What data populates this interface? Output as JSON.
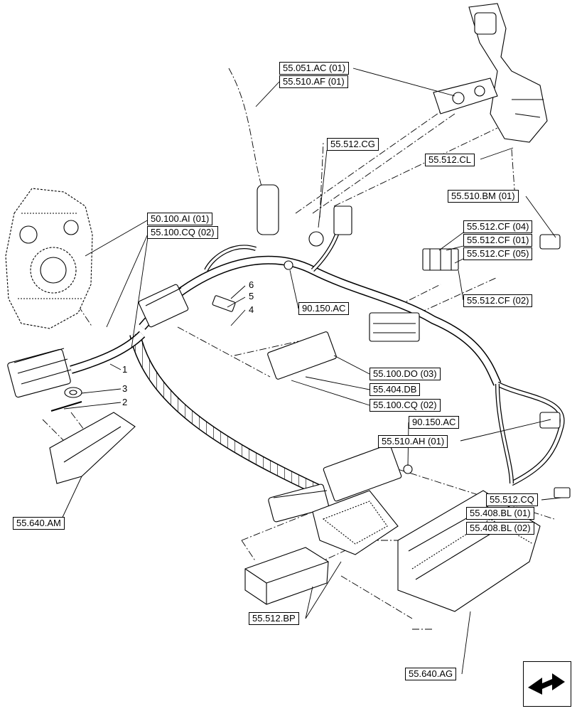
{
  "references": {
    "r_55_051_ac_01": "55.051.AC (01)",
    "r_55_510_af_01": "55.510.AF (01)",
    "r_55_512_cg": "55.512.CG",
    "r_55_512_cl": "55.512.CL",
    "r_55_510_bm_01": "55.510.BM (01)",
    "r_50_100_ai_01": "50.100.AI (01)",
    "r_55_100_cq_02_top": "55.100.CQ (02)",
    "r_55_512_cf_04": "55.512.CF (04)",
    "r_55_512_cf_01": "55.512.CF (01)",
    "r_55_512_cf_05": "55.512.CF (05)",
    "r_55_512_cf_02": "55.512.CF (02)",
    "r_90_150_ac_top": "90.150.AC",
    "r_55_100_do_03": "55.100.DO (03)",
    "r_55_404_db": "55.404.DB",
    "r_55_100_cq_02_mid": "55.100.CQ (02)",
    "r_90_150_ac_mid": "90.150.AC",
    "r_55_510_ah_01": "55.510.AH (01)",
    "r_55_512_cq": "55.512.CQ",
    "r_55_408_bl_01": "55.408.BL (01)",
    "r_55_408_bl_02": "55.408.BL (02)",
    "r_55_640_am": "55.640.AM",
    "r_55_512_bp": "55.512.BP",
    "r_55_640_ag": "55.640.AG"
  },
  "callouts": {
    "n1": "1",
    "n2": "2",
    "n3": "3",
    "n4": "4",
    "n5": "5",
    "n6": "6"
  },
  "icons": {
    "nav": "next-page-arrow-icon"
  }
}
